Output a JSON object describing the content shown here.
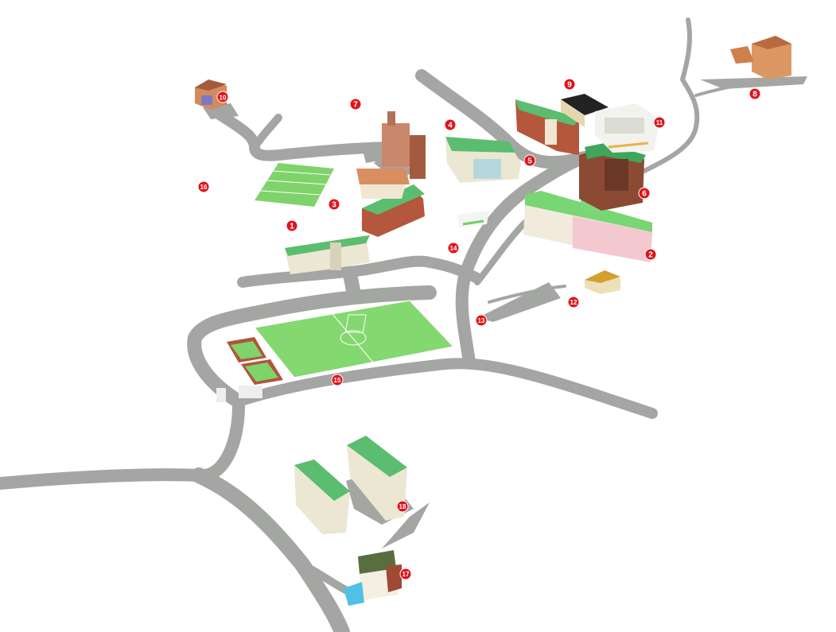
{
  "map": {
    "colors": {
      "road": "#a4a6a3",
      "grass": "#83d86f",
      "roof_green": "#5bbd6f",
      "brick": "#b5573d",
      "cream": "#ece7d2",
      "marker": "#e0141b"
    },
    "markers": [
      {
        "id": "1",
        "label": "1"
      },
      {
        "id": "2",
        "label": "2"
      },
      {
        "id": "3",
        "label": "3"
      },
      {
        "id": "4",
        "label": "4"
      },
      {
        "id": "5",
        "label": "5"
      },
      {
        "id": "6",
        "label": "6"
      },
      {
        "id": "7",
        "label": "7"
      },
      {
        "id": "8",
        "label": "8"
      },
      {
        "id": "9",
        "label": "9"
      },
      {
        "id": "10",
        "label": "10"
      },
      {
        "id": "11",
        "label": "11"
      },
      {
        "id": "12",
        "label": "12"
      },
      {
        "id": "13",
        "label": "13"
      },
      {
        "id": "14",
        "label": "14"
      },
      {
        "id": "15",
        "label": "15"
      },
      {
        "id": "16",
        "label": "16"
      },
      {
        "id": "17",
        "label": "17"
      },
      {
        "id": "18",
        "label": "18"
      }
    ]
  }
}
